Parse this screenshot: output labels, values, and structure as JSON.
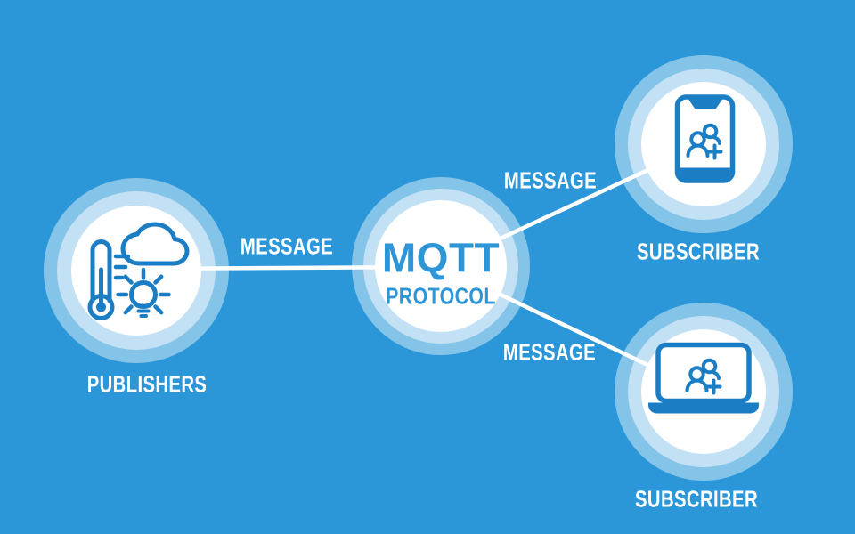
{
  "theme": {
    "bg": "#2B97D8",
    "ring-outer": "#85C4E9",
    "ring-inner": "#C3E1F5",
    "circle-fill": "#FFFFFF",
    "icon-stroke": "#1B7EC4",
    "center-accent": "#2E96D6",
    "label-text": "#FFFFFF",
    "line": "#FFFFFF"
  },
  "diagram": {
    "center": {
      "title": "MQTT",
      "subtitle": "PROTOCOL"
    },
    "nodes": {
      "publishers": {
        "label": "PUBLISHERS",
        "icons": [
          "thermometer-icon",
          "cloud-icon",
          "lightbulb-icon"
        ]
      },
      "subscriber_top": {
        "label": "SUBSCRIBER",
        "icon": "phone-add-user-icon"
      },
      "subscriber_bottom": {
        "label": "SUBSCRIBER",
        "icon": "laptop-add-user-icon"
      }
    },
    "links": [
      {
        "label": "MESSAGE",
        "from": "publishers",
        "to": "mqtt-protocol"
      },
      {
        "label": "MESSAGE",
        "from": "mqtt-protocol",
        "to": "subscriber_top"
      },
      {
        "label": "MESSAGE",
        "from": "mqtt-protocol",
        "to": "subscriber_bottom"
      }
    ]
  }
}
